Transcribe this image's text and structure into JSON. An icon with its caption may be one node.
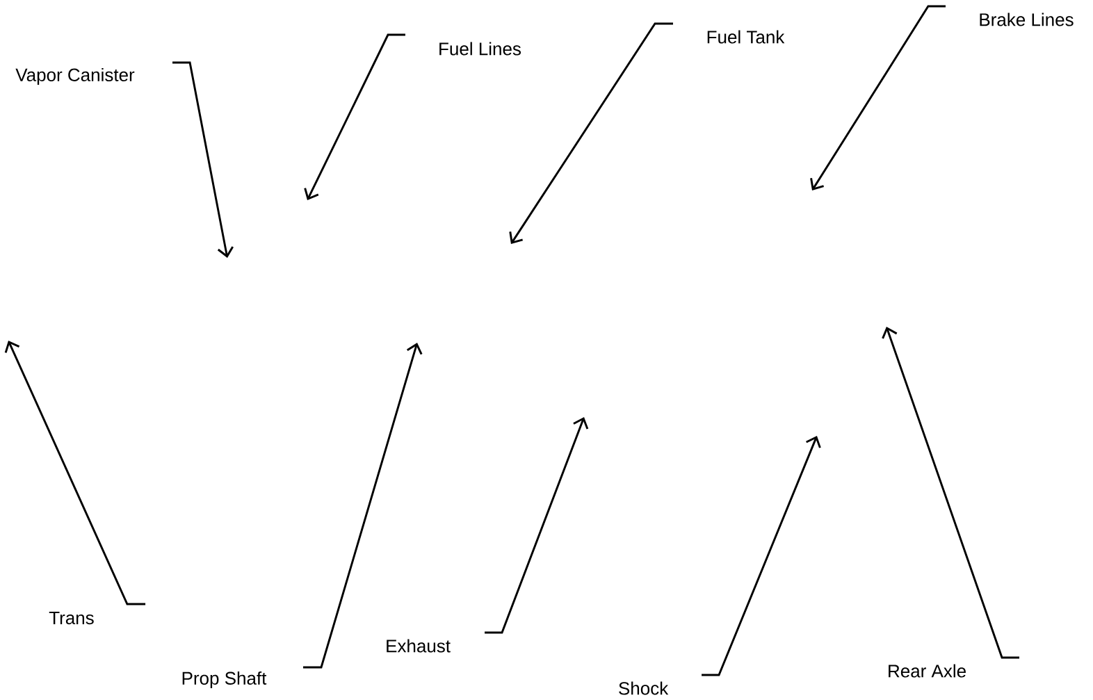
{
  "diagram": {
    "nodes": [
      {
        "text": [
          "Vapor Canister"
        ]
      },
      {
        "text": [
          "Fuel Lines"
        ]
      },
      {
        "text": [
          "Fuel Tank"
        ]
      },
      {
        "text": [
          "Brake Lines"
        ]
      },
      {
        "text": [
          "Trans"
        ]
      },
      {
        "text": [
          "Prop Shaft"
        ]
      },
      {
        "text": [
          "Exhaust"
        ]
      },
      {
        "text": [
          "Shock"
        ]
      },
      {
        "text": [
          "Rear Axle"
        ]
      }
    ],
    "edges": [
      {
        "from": 0,
        "to": null,
        "arrow": "to"
      },
      {
        "from": 1,
        "to": null,
        "arrow": "to"
      },
      {
        "from": 2,
        "to": null,
        "arrow": "to"
      },
      {
        "from": 3,
        "to": null,
        "arrow": "to"
      },
      {
        "from": 4,
        "to": null,
        "arrow": "to"
      },
      {
        "from": 5,
        "to": null,
        "arrow": "to"
      },
      {
        "from": 6,
        "to": null,
        "arrow": "to"
      },
      {
        "from": 7,
        "to": null,
        "arrow": "to"
      },
      {
        "from": 8,
        "to": null,
        "arrow": "to"
      }
    ]
  }
}
